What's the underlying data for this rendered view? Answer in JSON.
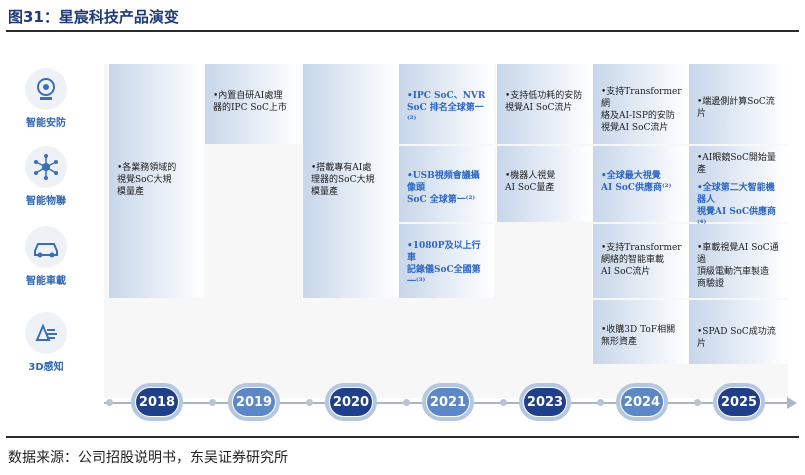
{
  "title": "图31：星宸科技产品演变",
  "source": "数据来源：公司招股说明书，东吴证券研究所",
  "rows": [
    {
      "label": "智能安防",
      "icon": "security-camera-icon"
    },
    {
      "label": "智能物聯",
      "icon": "iot-network-icon"
    },
    {
      "label": "智能車載",
      "icon": "car-icon"
    },
    {
      "label": "3D感知",
      "icon": "3d-sensing-icon"
    }
  ],
  "years": [
    "2018",
    "2019",
    "2020",
    "2021",
    "2023",
    "2024",
    "2025"
  ],
  "cells": {
    "y2018": [
      "•各業務領域的",
      "視覺SoC大規",
      "模量產"
    ],
    "y2019": [
      "•內置自研AI處理",
      "器的IPC SoC上市"
    ],
    "y2020": [
      "•搭載專有AI處",
      "理器的SoC大規",
      "模量產"
    ],
    "y2021_a": [
      "•IPC SoC、NVR",
      "SoC 排名全球第一⁽²⁾"
    ],
    "y2021_b": [
      "•USB視頻會議攝像頭",
      "SoC 全球第一⁽²⁾"
    ],
    "y2021_c": [
      "•1080P及以上行車",
      "記錄儀SoC全國第",
      "一⁽³⁾"
    ],
    "y2023_a": [
      "•支持低功耗的安防",
      "視覺AI SoC流片"
    ],
    "y2023_b": [
      "•機器人視覺",
      "AI SoC量產"
    ],
    "y2024_a": [
      "•支持Transformer網",
      "絡及AI-ISP的安防",
      "視覺AI SoC流片"
    ],
    "y2024_b": [
      "•全球最大視覺",
      "AI SoC供應商⁽²⁾"
    ],
    "y2024_c": [
      "•支持Transformer",
      "網絡的智能車載",
      "AI SoC流片"
    ],
    "y2024_d": [
      "•收購3D ToF相關",
      "無形資產"
    ],
    "y2025_a": [
      "•端邊側計算SoC流片"
    ],
    "y2025_b1": [
      "•AI眼鏡SoC開始量產"
    ],
    "y2025_b2": [
      "•全球第二大智能機器人",
      "視覺AI SoC供應商⁽⁴⁾"
    ],
    "y2025_c": [
      "•車載視覺AI SoC通過",
      "頂級電動汽車製造",
      "商驗證"
    ],
    "y2025_d": [
      "•SPAD SoC成功流片"
    ]
  },
  "colors": {
    "year_dark": "#1f3f8a",
    "year_light": "#5d88c8",
    "highlight_text": "#2e66c2",
    "row_label": "#2f66b0"
  }
}
